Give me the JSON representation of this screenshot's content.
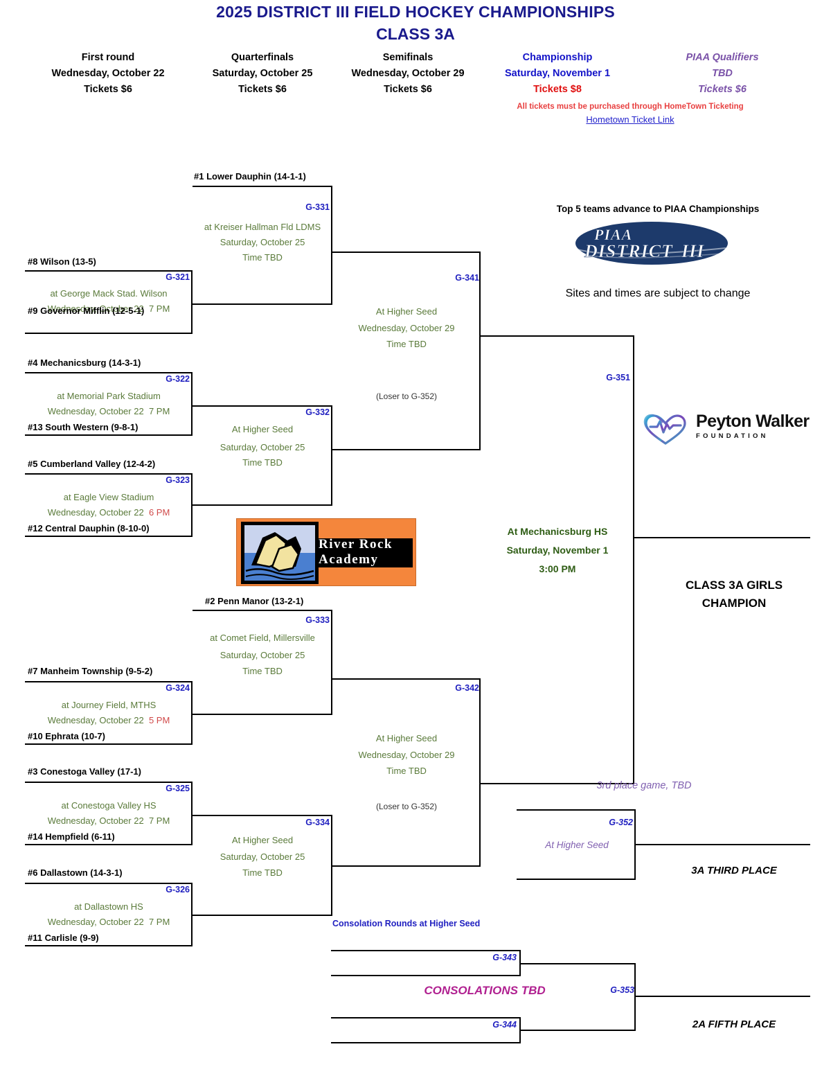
{
  "header": {
    "title_line1": "2025 DISTRICT III FIELD HOCKEY CHAMPIONSHIPS",
    "title_line2": "CLASS 3A",
    "rounds": [
      {
        "name": "First round",
        "date": "Wednesday, October 22",
        "tickets": "Tickets $6"
      },
      {
        "name": "Quarterfinals",
        "date": "Saturday, October 25",
        "tickets": "Tickets $6"
      },
      {
        "name": "Semifinals",
        "date": "Wednesday, October 29",
        "tickets": "Tickets $6"
      },
      {
        "name": "Championship",
        "date": "Saturday, November 1",
        "tickets": "Tickets $8"
      },
      {
        "name": "PIAA Qualifiers",
        "date": "TBD",
        "tickets": "Tickets $6"
      }
    ],
    "ticket_note": "All tickets must be purchased through HomeTown Ticketing",
    "ticket_link": "Hometown Ticket Link"
  },
  "notes": {
    "piaa_advance": "Top 5 teams advance to PIAA Championships",
    "sites_subject": "Sites and times are subject to change",
    "third_place_game": "3rd place game, TBD",
    "consolation_rounds": "Consolation Rounds at Higher Seed",
    "consolations_tbd": "CONSOLATIONS TBD",
    "champion_label": "CLASS 3A GIRLS\nCHAMPION",
    "champion_label_1": "CLASS 3A GIRLS",
    "champion_label_2": "CHAMPION",
    "third_place_label": "3A THIRD PLACE",
    "fifth_place_label": "2A FIFTH PLACE"
  },
  "logos": {
    "piaa": "piaa-district-iii-logo",
    "piaa_text_1": "PIAA",
    "piaa_text_2": "DISTRICT",
    "piaa_text_3": "III",
    "peyton_walker": "peyton-walker-foundation-logo",
    "peyton_walker_name": "Peyton Walker",
    "peyton_walker_sub": "FOUNDATION",
    "river_rock": "river-rock-academy-logo",
    "river_rock_line1": "River Rock",
    "river_rock_line2": "Academy"
  },
  "first_round": [
    {
      "code": "G-321",
      "top": "#8 Wilson (13-5)",
      "bottom": "#9 Governor Mifflin (12-5-1)",
      "site": "at George Mack Stad. Wilson",
      "date": "Wednesday, October 22",
      "time": "7 PM",
      "time_red": false
    },
    {
      "code": "G-322",
      "top": "#4 Mechanicsburg (14-3-1)",
      "bottom": "#13 South Western (9-8-1)",
      "site": "at Memorial Park Stadium",
      "date": "Wednesday, October 22",
      "time": "7 PM",
      "time_red": false
    },
    {
      "code": "G-323",
      "top": "#5 Cumberland Valley (12-4-2)",
      "bottom": "#12 Central Dauphin (8-10-0)",
      "site": "at Eagle View Stadium",
      "date": "Wednesday, October 22",
      "time": "6 PM",
      "time_red": true
    },
    {
      "code": "G-324",
      "top": "#7 Manheim Township (9-5-2)",
      "bottom": "#10 Ephrata (10-7)",
      "site": "at Journey Field, MTHS",
      "date": "Wednesday, October 22",
      "time": "5 PM",
      "time_red": true
    },
    {
      "code": "G-325",
      "top": "#3 Conestoga Valley (17-1)",
      "bottom": "#14 Hempfield (6-11)",
      "site": "at Conestoga Valley HS",
      "date": "Wednesday, October 22",
      "time": "7 PM",
      "time_red": false
    },
    {
      "code": "G-326",
      "top": "#6 Dallastown (14-3-1)",
      "bottom": "#11 Carlisle (9-9)",
      "site": "at Dallastown HS",
      "date": "Wednesday, October 22",
      "time": "7 PM",
      "time_red": false
    }
  ],
  "quarterfinals": [
    {
      "code": "G-331",
      "seed_label": "#1 Lower Dauphin (14-1-1)",
      "site": "at Kreiser Hallman Fld LDMS",
      "date": "Saturday, October 25",
      "time": "Time TBD"
    },
    {
      "code": "G-332",
      "seed_label": "",
      "site": "At Higher Seed",
      "date": "Saturday, October 25",
      "time": "Time TBD"
    },
    {
      "code": "G-333",
      "seed_label": "#2 Penn Manor (13-2-1)",
      "site": "at Comet Field, Millersville",
      "date": "Saturday, October 25",
      "time": "Time TBD"
    },
    {
      "code": "G-334",
      "seed_label": "",
      "site": "At Higher Seed",
      "date": "Saturday, October 25",
      "time": "Time TBD"
    }
  ],
  "semifinals": [
    {
      "code": "G-341",
      "site": "At Higher Seed",
      "date": "Wednesday, October 29",
      "time": "Time TBD",
      "loser_note": "(Loser to G-352)"
    },
    {
      "code": "G-342",
      "site": "At Higher Seed",
      "date": "Wednesday, October 29",
      "time": "Time TBD",
      "loser_note": "(Loser to G-352)"
    }
  ],
  "championship": {
    "code": "G-351",
    "site": "At Mechanicsburg HS",
    "date": "Saturday, November 1",
    "time": "3:00 PM"
  },
  "third_place": {
    "code": "G-352",
    "site": "At Higher Seed"
  },
  "consolation": {
    "g343": "G-343",
    "g344": "G-344",
    "g353": "G-353"
  },
  "colors": {
    "title": "#1a1a8c",
    "game_code": "#2020c0",
    "info_green": "#5a7a3a",
    "champ_green": "#2e5c14",
    "red": "#e01010",
    "purple": "#7a52a8",
    "magenta": "#b02090",
    "link": "#2222cc"
  }
}
